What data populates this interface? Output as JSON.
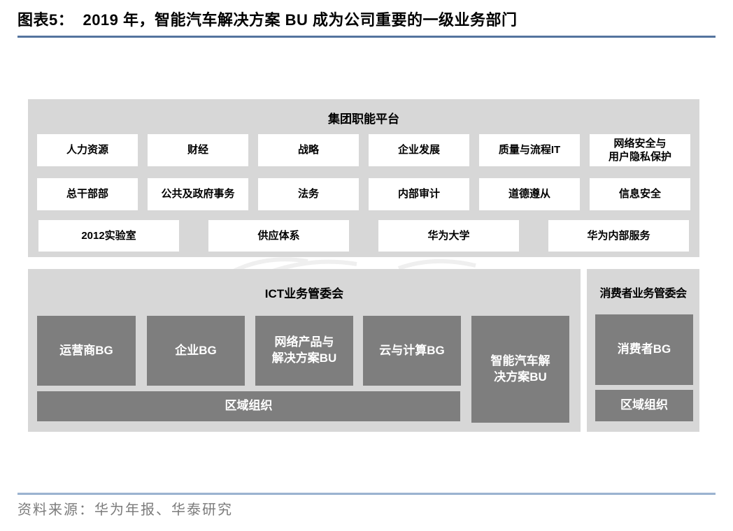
{
  "figure": {
    "title": "图表5：  2019 年，智能汽车解决方案 BU 成为公司重要的一级业务部门",
    "source": "资料来源：华为年报、华泰研究"
  },
  "colors": {
    "title_rule": "#54749e",
    "footer_rule": "#8fa9c8",
    "panel_bg": "#d7d7d7",
    "dark_box_bg": "#7e7e7e",
    "white_box_bg": "#ffffff"
  },
  "platform": {
    "title": "集团职能平台",
    "row1": [
      "人力资源",
      "财经",
      "战略",
      "企业发展",
      "质量与流程IT",
      "网络安全与\n用户隐私保护"
    ],
    "row2": [
      "总干部部",
      "公共及政府事务",
      "法务",
      "内部审计",
      "道德遵从",
      "信息安全"
    ],
    "row3": [
      "2012实验室",
      "供应体系",
      "华为大学",
      "华为内部服务"
    ]
  },
  "ict": {
    "title": "ICT业务管委会",
    "business_groups": [
      "运营商BG",
      "企业BG",
      "网络产品与\n解决方案BU",
      "云与计算BG",
      "智能汽车解\n决方案BU"
    ],
    "region": "区域组织"
  },
  "consumer": {
    "title": "消费者业务管委会",
    "business_group": "消费者BG",
    "region": "区域组织"
  }
}
